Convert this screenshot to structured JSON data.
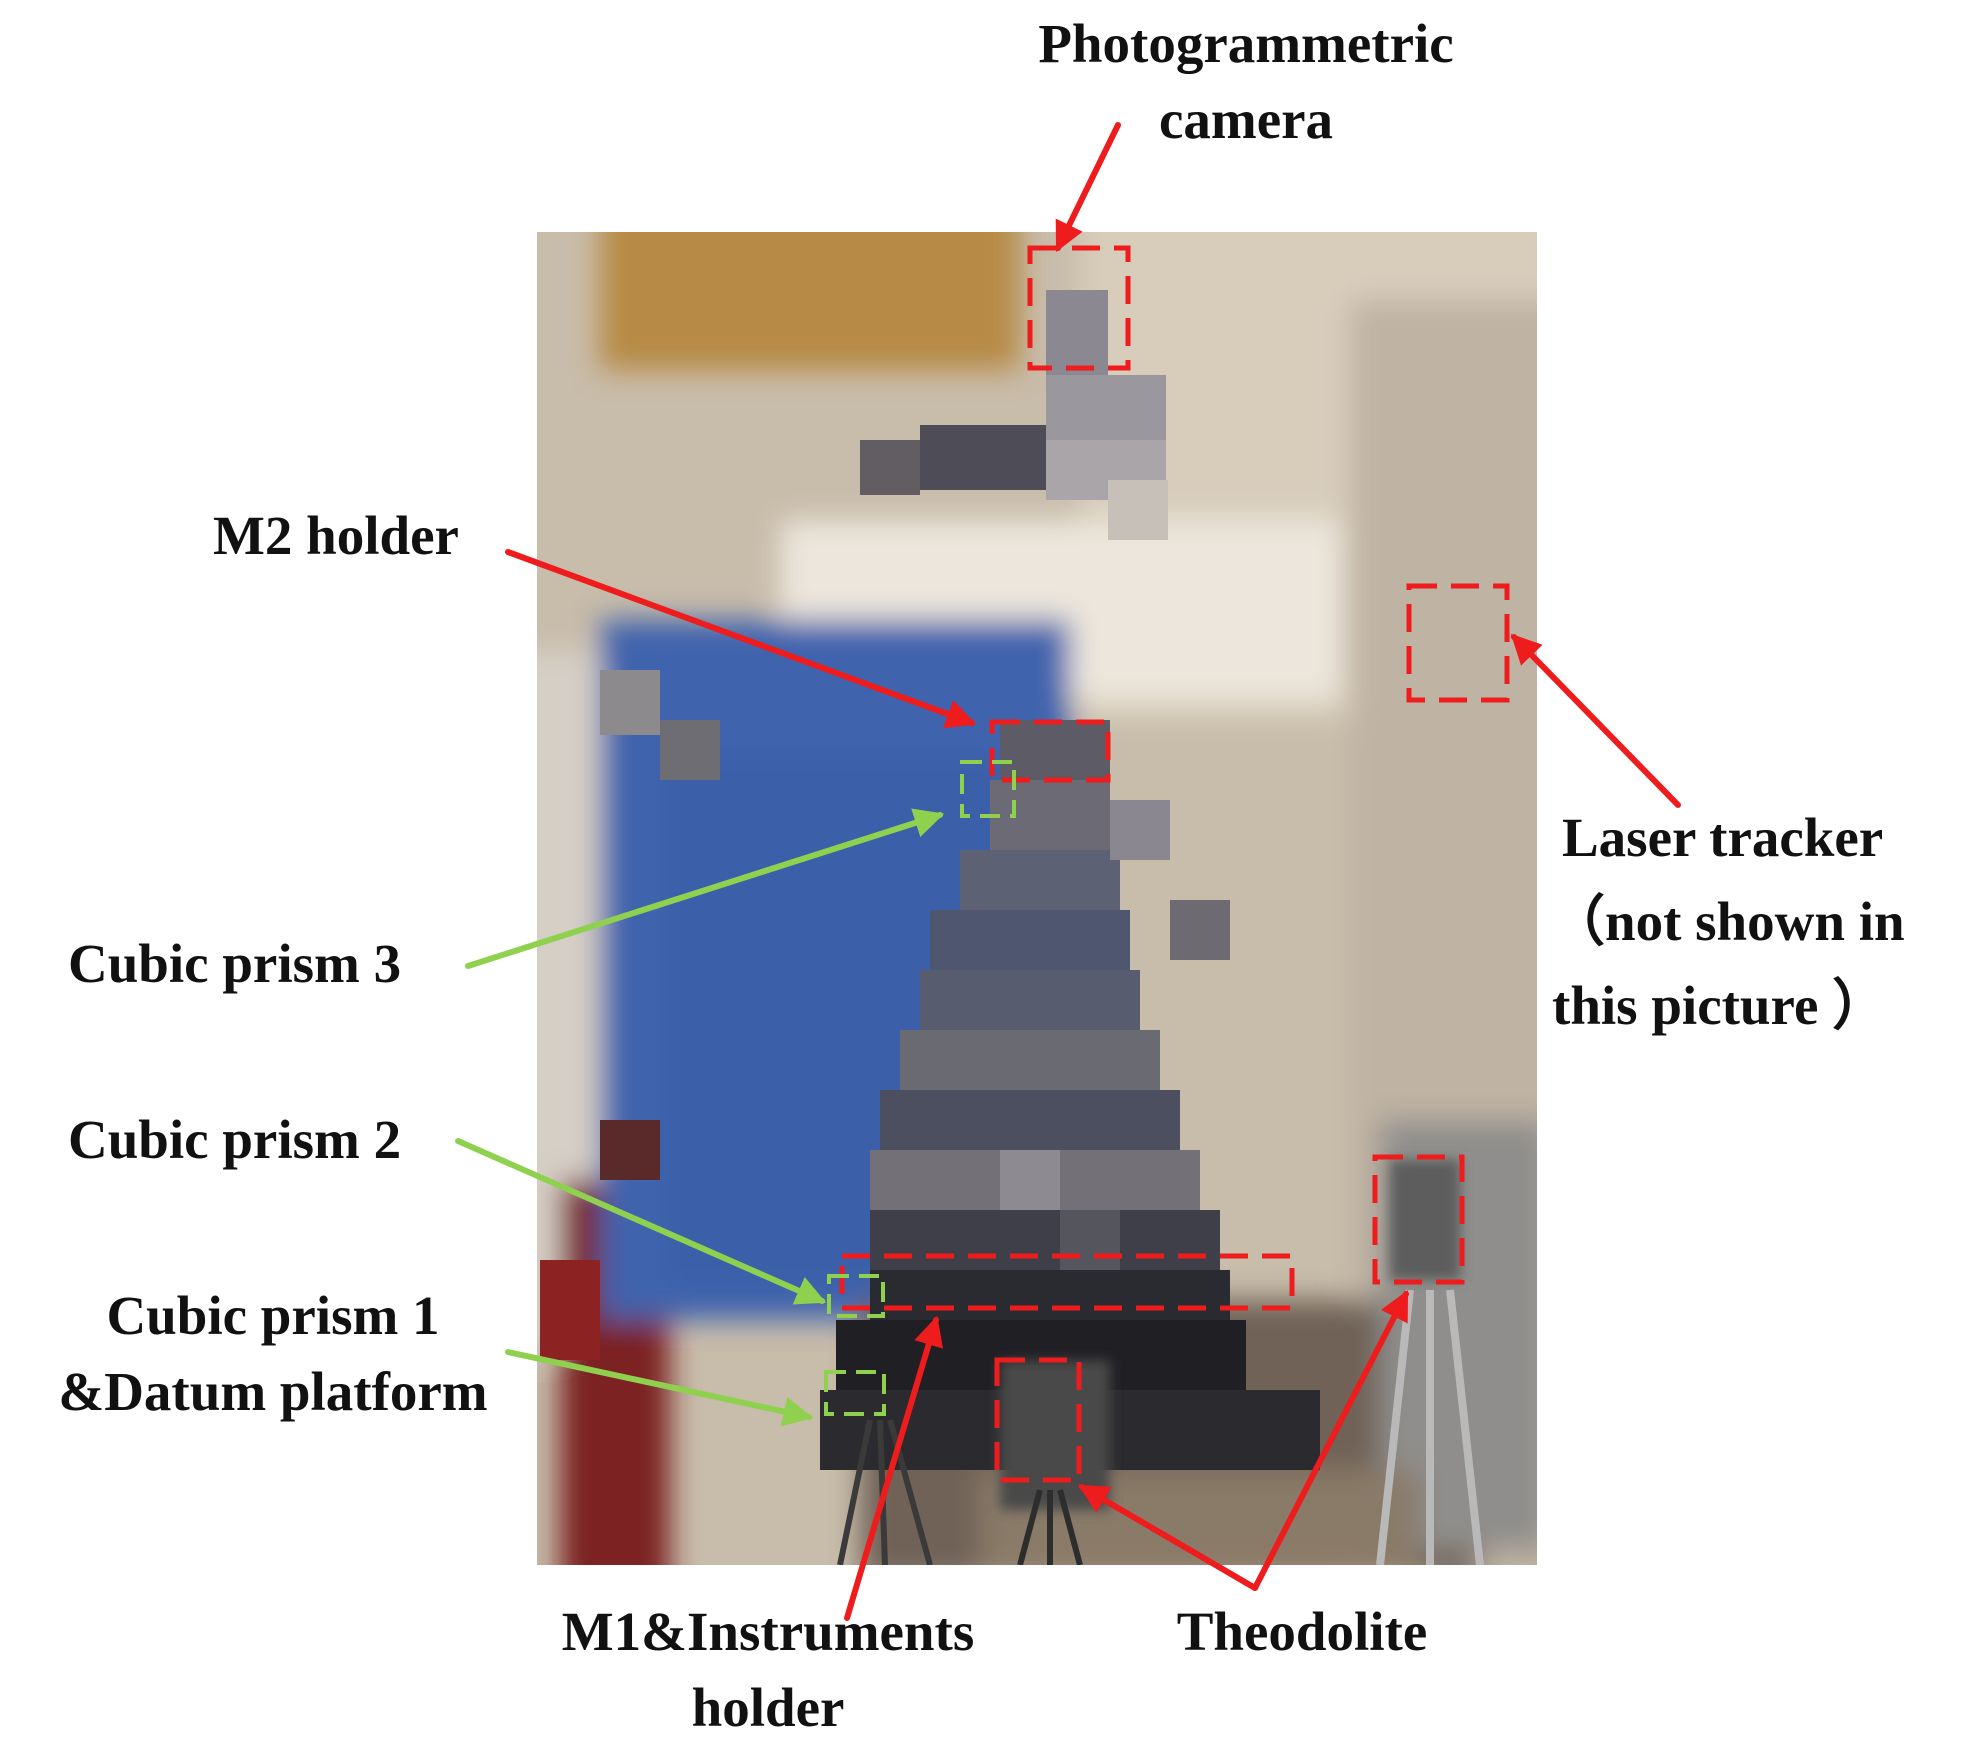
{
  "labels": {
    "photogrammetric_camera": [
      "Photogrammetric",
      "camera"
    ],
    "m2_holder": "M2 holder",
    "laser_tracker": [
      "Laser tracker",
      "（not shown in",
      "this picture ）"
    ],
    "cubic_prism_3": "Cubic prism 3",
    "cubic_prism_2": "Cubic prism 2",
    "cubic_prism_1": [
      "Cubic prism 1",
      "&Datum platform"
    ],
    "m1_holder": [
      "M1&Instruments",
      "holder"
    ],
    "theodolite": "Theodolite"
  },
  "colors": {
    "red_annotation": "#ee1c1c",
    "green_annotation": "#8fd14f",
    "label_text": "#111111",
    "background": "#ffffff"
  },
  "photo": {
    "content": "pixelated laboratory photograph of a telescope test setup"
  }
}
